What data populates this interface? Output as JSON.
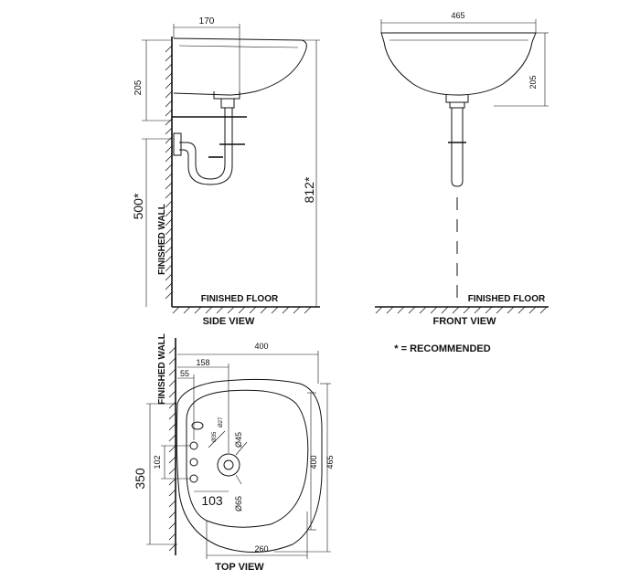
{
  "views": {
    "side": "SIDE VIEW",
    "front": "FRONT VIEW",
    "top": "TOP VIEW"
  },
  "labels": {
    "finished_wall": "FINISHED WALL",
    "finished_floor": "FINISHED FLOOR",
    "recommended_note": "* = RECOMMENDED"
  },
  "side_view": {
    "depth": "170",
    "bowl_height": "205",
    "trap_height": "500*",
    "rim_height": "812*"
  },
  "front_view": {
    "width": "465",
    "bowl_height": "205"
  },
  "top_view": {
    "overall_width": "400",
    "tap_offset": "158",
    "wall_offset": "55",
    "tap_hole_diameter": "Ø35",
    "tap_hole_spacing": "Ø27",
    "waste_hole_diameter": "Ø45",
    "overflow_diameter": "Ø65",
    "hole_spacing": "102",
    "wall_depth": "350",
    "waste_offset": "103",
    "bowl_depth": "400",
    "overall_depth": "465",
    "bowl_width": "260"
  }
}
